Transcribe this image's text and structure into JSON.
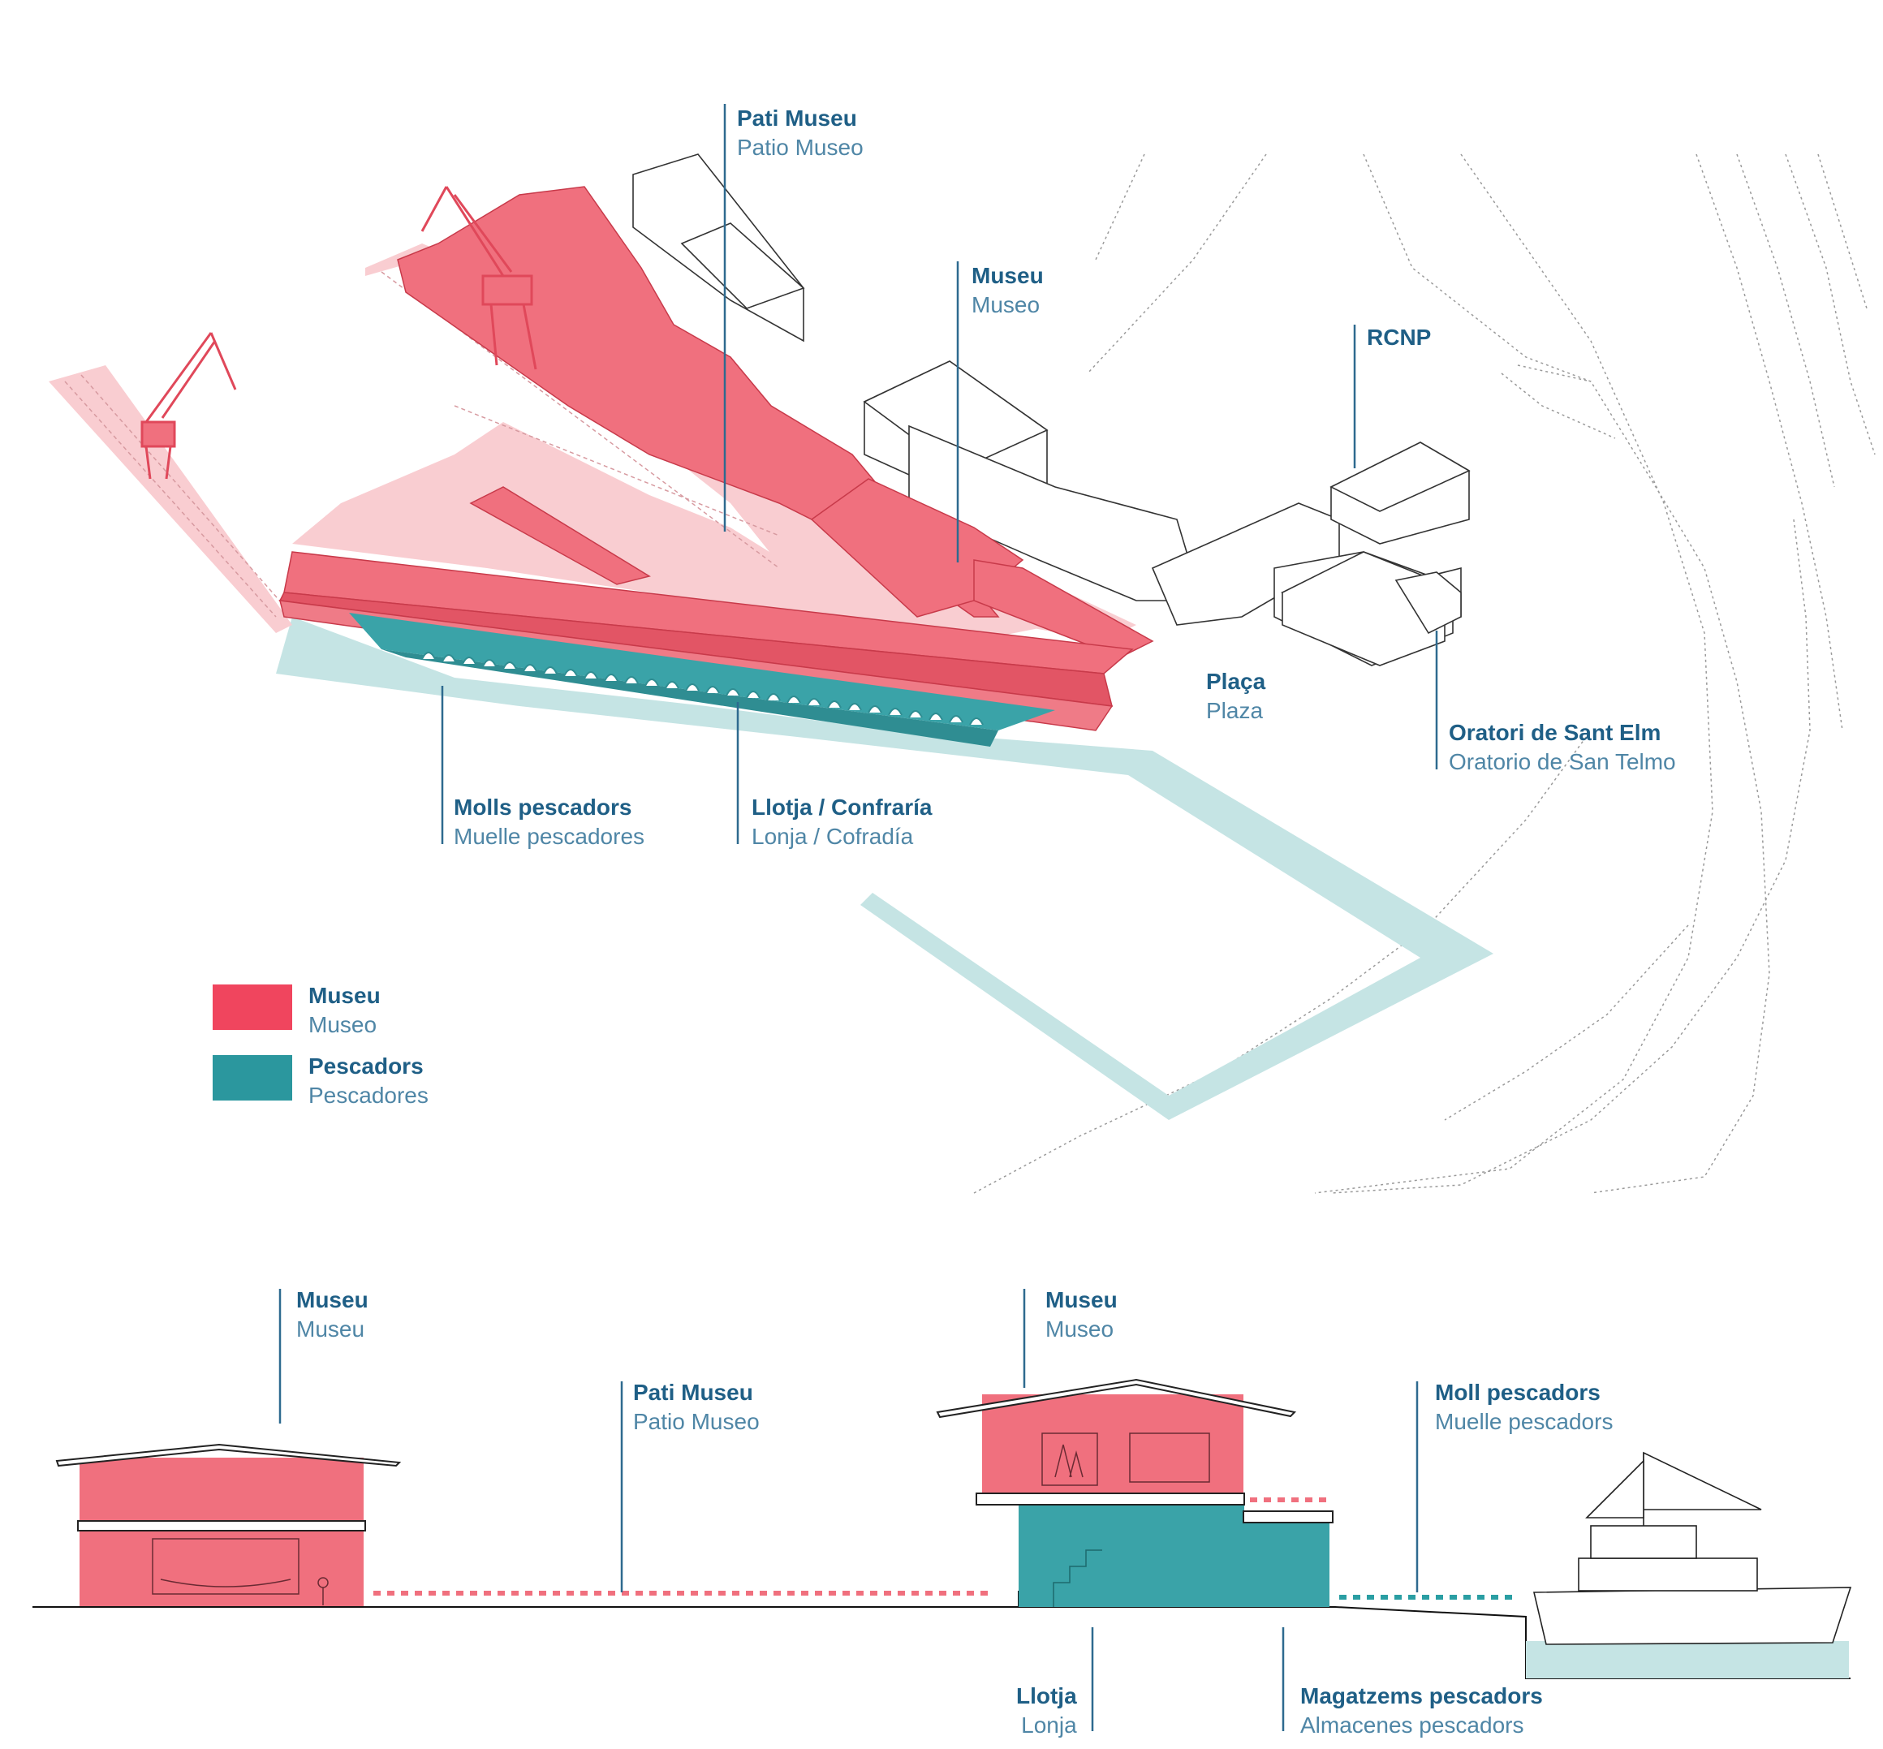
{
  "colors": {
    "museum": "#f0606f",
    "museum_light": "#f9cdd1",
    "fishermen": "#3aa3a8",
    "water": "#c5e4e4",
    "label_title": "#1f5f86",
    "label_sub": "#4f86a6"
  },
  "axonometric": {
    "pati_museu": {
      "ca": "Pati Museu",
      "es": "Patio Museo"
    },
    "museu": {
      "ca": "Museu",
      "es": "Museo"
    },
    "rcnp": {
      "ca": "RCNP"
    },
    "placa": {
      "ca": "Plaça",
      "es": "Plaza"
    },
    "oratori": {
      "ca": "Oratori de Sant Elm",
      "es": "Oratorio de San Telmo"
    },
    "molls": {
      "ca": "Molls pescadors",
      "es": "Muelle pescadores"
    },
    "llotja": {
      "ca": "Llotja / Confraría",
      "es": "Lonja / Cofradía"
    }
  },
  "legend": {
    "museu": {
      "ca": "Museu",
      "es": "Museo"
    },
    "pescadors": {
      "ca": "Pescadors",
      "es": "Pescadores"
    }
  },
  "section": {
    "museu_left": {
      "ca": "Museu",
      "es": "Museu"
    },
    "pati_museu": {
      "ca": "Pati Museu",
      "es": "Patio Museo"
    },
    "museu_right": {
      "ca": "Museu",
      "es": "Museo"
    },
    "moll_pescadors": {
      "ca": "Moll pescadors",
      "es": "Muelle pescadors"
    },
    "llotja": {
      "ca": "Llotja",
      "es": "Lonja"
    },
    "magatzems": {
      "ca": "Magatzems pescadors",
      "es": "Almacenes pescadors"
    }
  }
}
